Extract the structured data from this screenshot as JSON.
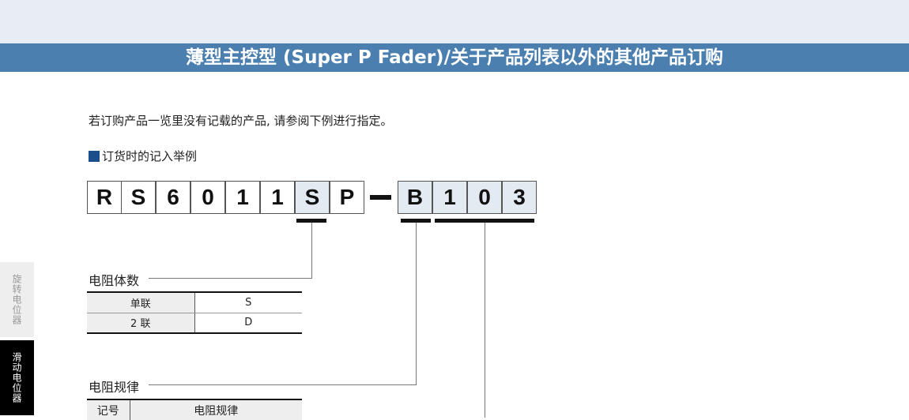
{
  "title": "薄型主控型 (Super P Fader)/关于产品列表以外的其他产品订购",
  "intro": "若订购产品一览里没有记载的产品, 请参阅下例进行指定。",
  "section_title": "订货时的记入举例",
  "code": {
    "part1": [
      "R",
      "S",
      "6",
      "0",
      "1",
      "1",
      "S",
      "P"
    ],
    "part2": [
      "B",
      "1",
      "0",
      "3"
    ]
  },
  "gang": {
    "label": "电阻体数",
    "rows": [
      {
        "name": "单联",
        "code": "S"
      },
      {
        "name": "2 联",
        "code": "D"
      }
    ]
  },
  "taper": {
    "label": "电阻规律",
    "header": [
      "记号",
      "电阻规律"
    ]
  },
  "side_tabs": [
    "旋转电位器",
    "滑动电位器"
  ]
}
